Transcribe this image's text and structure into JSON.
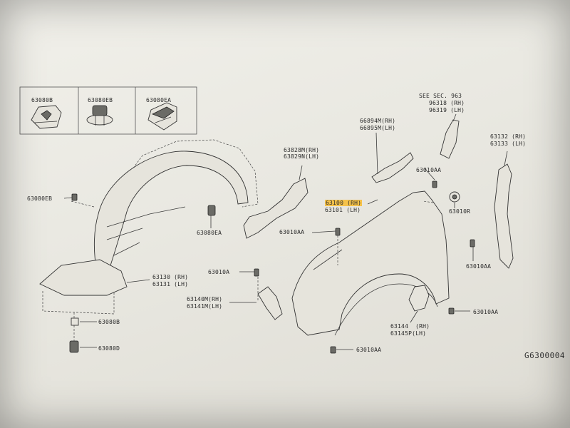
{
  "diagram": {
    "legend_parts": [
      "63080B",
      "63080EB",
      "63080EA"
    ],
    "labels": {
      "see_sec_1": "SEE SEC. 963",
      "see_sec_2": "96318 (RH)",
      "see_sec_3": "96319 (LH)",
      "p66894_1": "66894M(RH)",
      "p66894_2": "66895M(LH)",
      "p63828_1": "63828M(RH)",
      "p63829_2": "63829N(LH)",
      "p63132_1": "63132 (RH)",
      "p63133_2": "63133 (LH)",
      "p63010AA_a": "63010AA",
      "p63100_1": "63100 (RH)",
      "p63101_2": "63101 (LH)",
      "p63010R": "63010R",
      "p63080EB": "63080EB",
      "p63080EA": "63080EA",
      "p63010AA_b": "63010AA",
      "p63010AA_c": "63010AA",
      "p63010A": "63010A",
      "p63130_1": "63130 (RH)",
      "p63131_2": "63131 (LH)",
      "p63140_1": "63140M(RH)",
      "p63141_2": "63141M(LH)",
      "p63010AA_d": "63010AA",
      "p63144_1": "63144  (RH)",
      "p63145_2": "63145P(LH)",
      "p63080B": "63080B",
      "p63080D": "63080D",
      "p63010AA_e": "63010AA"
    },
    "drawing_code": "G6300004"
  }
}
